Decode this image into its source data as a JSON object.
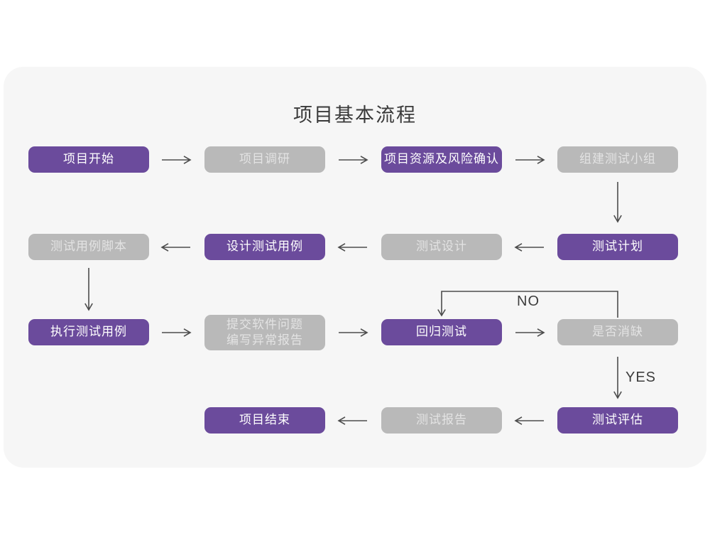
{
  "title": "项目基本流程",
  "labels": {
    "no": "NO",
    "yes": "YES"
  },
  "colors": {
    "purple": "#6B4B9C",
    "gray": "#B9B9B9",
    "purpleText": "#FFFFFF",
    "grayText": "#E3E3E3",
    "arrow": "#4D4D4D",
    "titleText": "#3A3A3A",
    "labelText": "#3D3D3D",
    "cardBg": "#F6F6F6",
    "pageBg": "#FFFFFF"
  },
  "nodes": [
    {
      "label": "项目开始",
      "type": "purple"
    },
    {
      "label": "项目调研",
      "type": "gray"
    },
    {
      "label": "项目资源及风险确认",
      "type": "purple"
    },
    {
      "label": "组建测试小组",
      "type": "gray"
    },
    {
      "label": "测试用例脚本",
      "type": "gray"
    },
    {
      "label": "设计测试用例",
      "type": "purple"
    },
    {
      "label": "测试设计",
      "type": "gray"
    },
    {
      "label": "测试计划",
      "type": "purple"
    },
    {
      "label": "执行测试用例",
      "type": "purple"
    },
    {
      "label": "提交软件问题\n编写异常报告",
      "type": "gray"
    },
    {
      "label": "回归测试",
      "type": "purple"
    },
    {
      "label": "是否消缺",
      "type": "gray"
    },
    {
      "label": "项目结束",
      "type": "purple"
    },
    {
      "label": "测试报告",
      "type": "gray"
    },
    {
      "label": "测试评估",
      "type": "purple"
    }
  ]
}
